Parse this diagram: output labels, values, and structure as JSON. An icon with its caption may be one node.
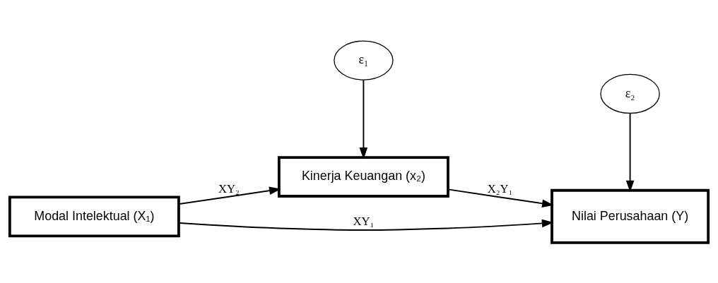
{
  "diagram": {
    "nodes": [
      {
        "text": [
          "ε₁"
        ]
      },
      {
        "text": [
          "Kinerja Keuangan (x₂)"
        ]
      },
      {
        "text": [
          "Modal Intelektual (X₁)"
        ]
      },
      {
        "text": [
          "Nilai Perusahaan (Y)"
        ]
      },
      {
        "text": [
          "ε₂"
        ]
      }
    ],
    "edges": [
      {
        "from": 0,
        "to": 1,
        "arrow": "to"
      },
      {
        "from": 2,
        "to": 1,
        "arrow": "to",
        "label": "XY₂"
      },
      {
        "from": 1,
        "to": 3,
        "arrow": "to",
        "label": "X₂Y₁"
      },
      {
        "from": 2,
        "to": 3,
        "arrow": "to",
        "label": "XY₁"
      },
      {
        "from": 4,
        "to": 3,
        "arrow": "to"
      }
    ]
  }
}
